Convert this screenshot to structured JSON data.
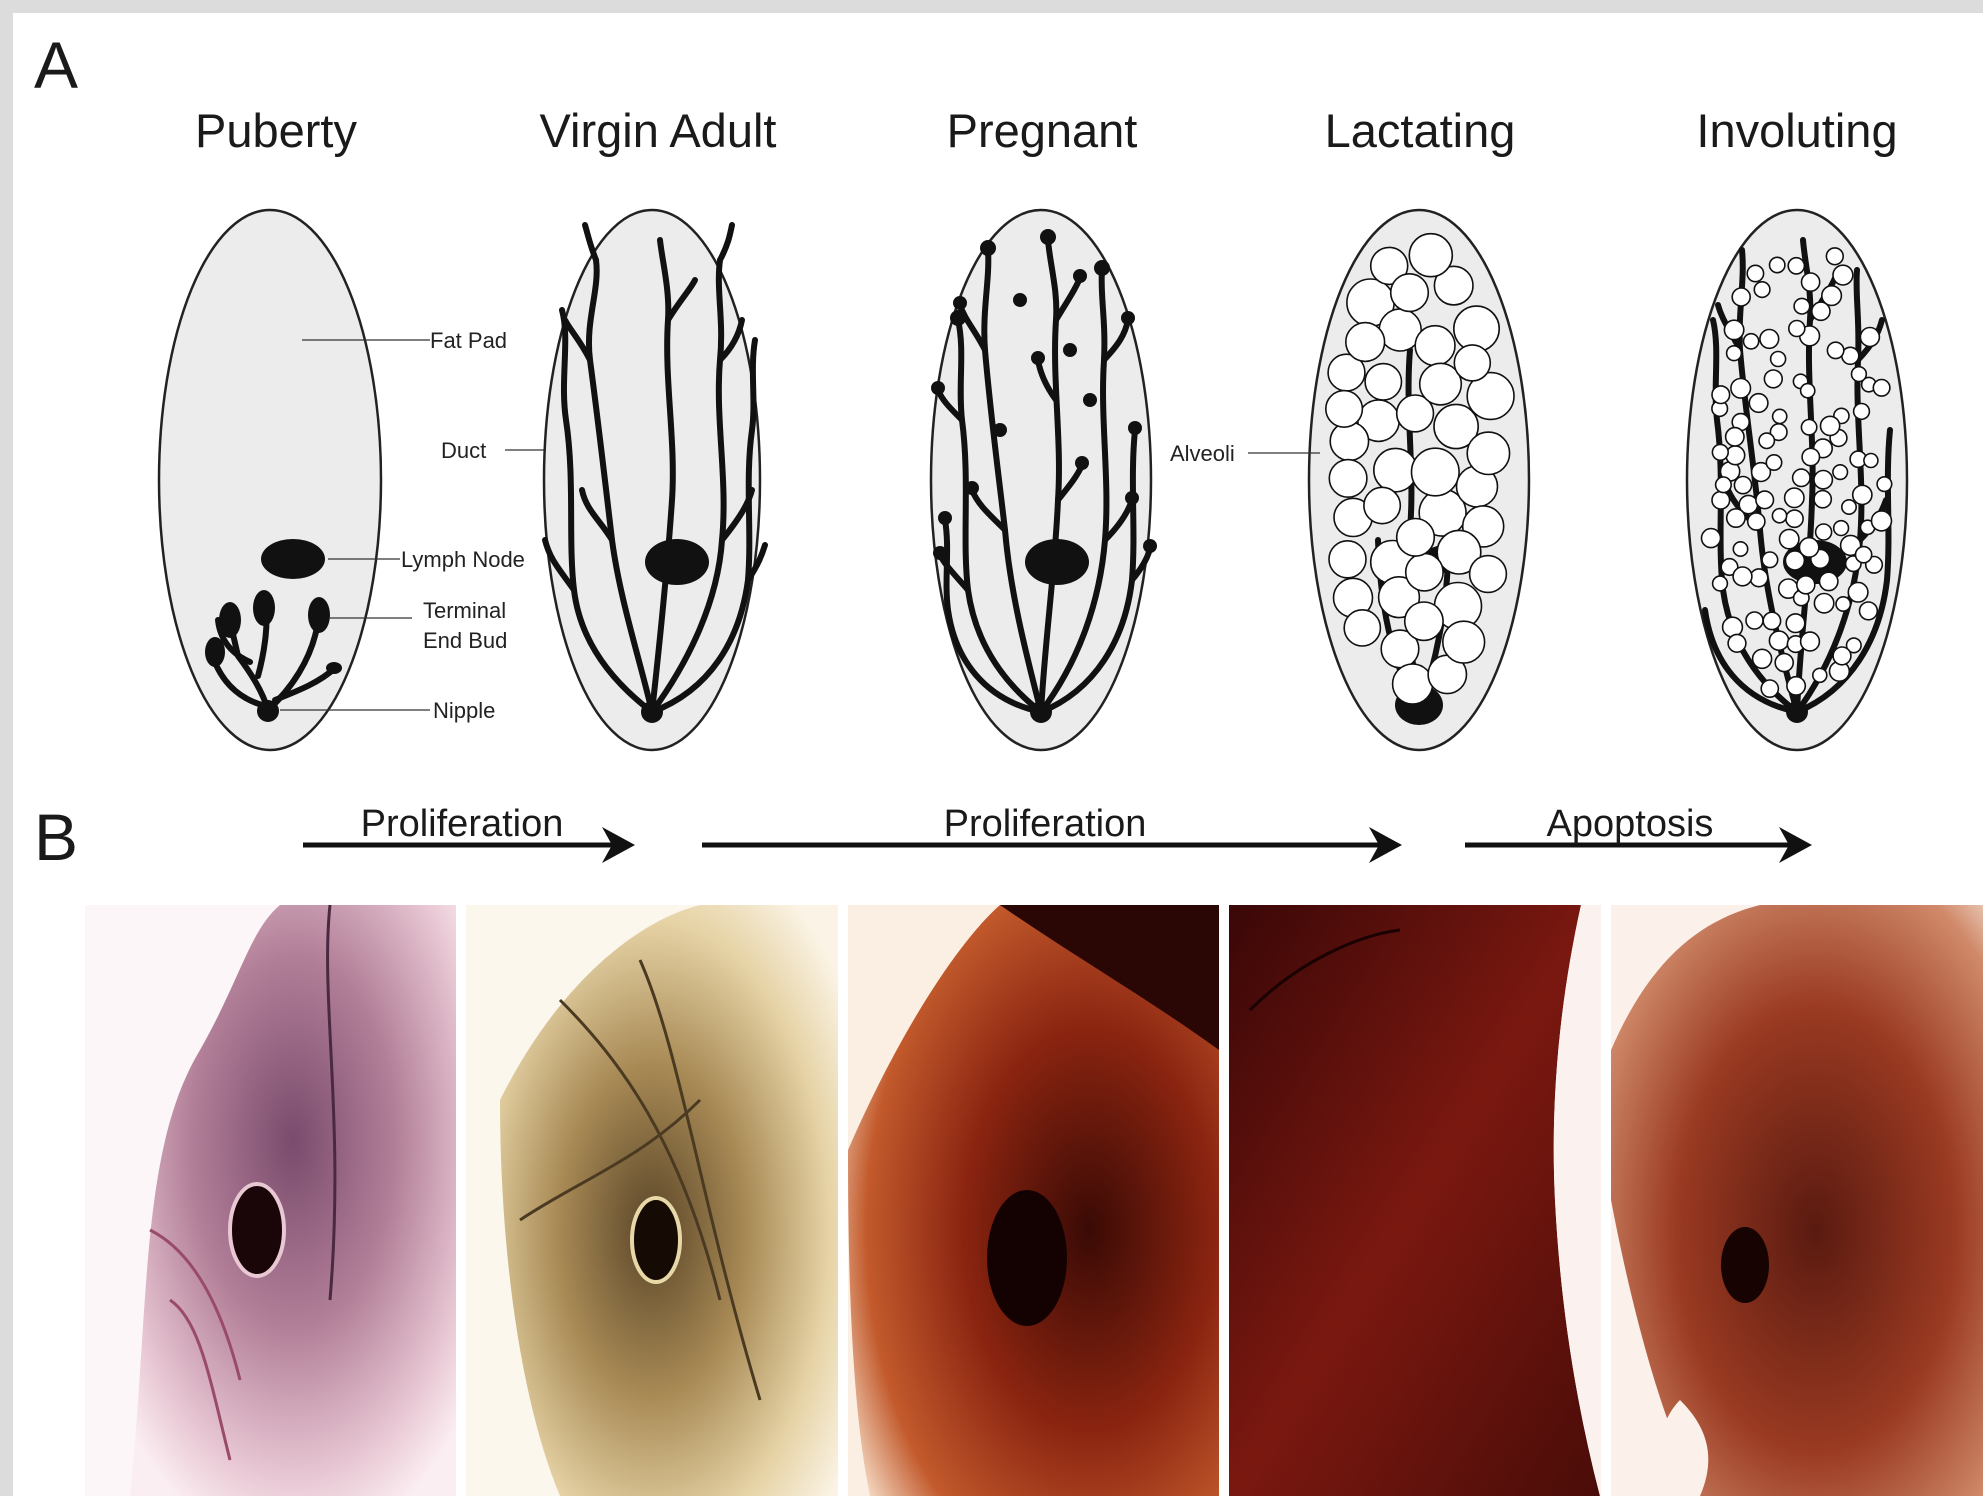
{
  "panel_a": {
    "letter": "A",
    "stages": [
      "Puberty",
      "Virgin Adult",
      "Pregnant",
      "Lactating",
      "Involuting"
    ],
    "labels": {
      "fat_pad": "Fat Pad",
      "duct": "Duct",
      "lymph_node": "Lymph Node",
      "terminal_end_bud_1": "Terminal",
      "terminal_end_bud_2": "End Bud",
      "nipple": "Nipple",
      "alveoli": "Alveoli"
    }
  },
  "panel_b": {
    "letter": "B",
    "arrows": [
      "Proliferation",
      "Proliferation",
      "Apoptosis"
    ]
  },
  "colors": {
    "background": "#dcdcdc",
    "figure_bg": "#ffffff",
    "gland_fill": "#ececec",
    "ink": "#111111"
  }
}
